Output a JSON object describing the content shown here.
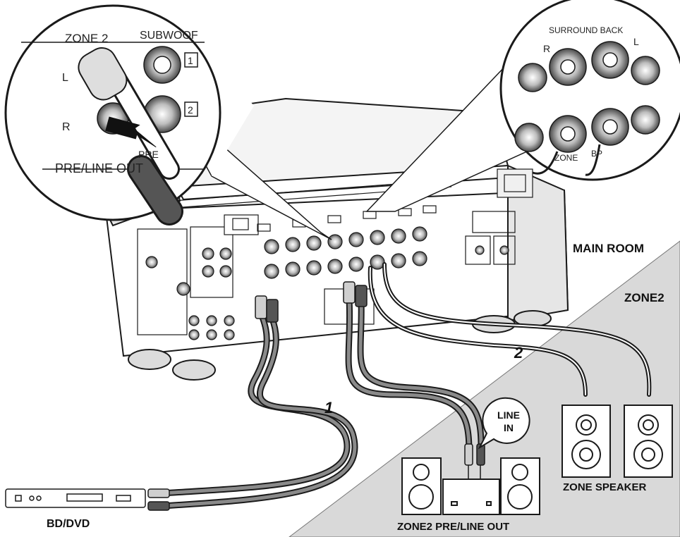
{
  "labels": {
    "main_room": "MAIN ROOM",
    "zone2": "ZONE2",
    "zone_speaker": "ZONE SPEAKER",
    "zone2_pre_line_out": "ZONE2 PRE/LINE OUT",
    "bd_dvd": "BD/DVD",
    "line_in_1": "LINE",
    "line_in_2": "IN",
    "step_1": "1",
    "step_2": "2"
  },
  "callout_left": {
    "zone_2": "ZONE 2",
    "subwoofer": "SUBWOOF",
    "l": "L",
    "r": "R",
    "box_1": "1",
    "box_2": "2",
    "pre_line_out": "PRE/LINE OUT",
    "pre": "PRE"
  },
  "callout_right": {
    "surround_back": "SURROUND BACK",
    "l": "L",
    "r": "R",
    "zone": "ZONE",
    "bp": "BP"
  },
  "colors": {
    "line": "#1a1a1a",
    "zone_shade": "#d9d9d9",
    "cable_grey": "#8a8a8a",
    "arrow": "#111111"
  }
}
